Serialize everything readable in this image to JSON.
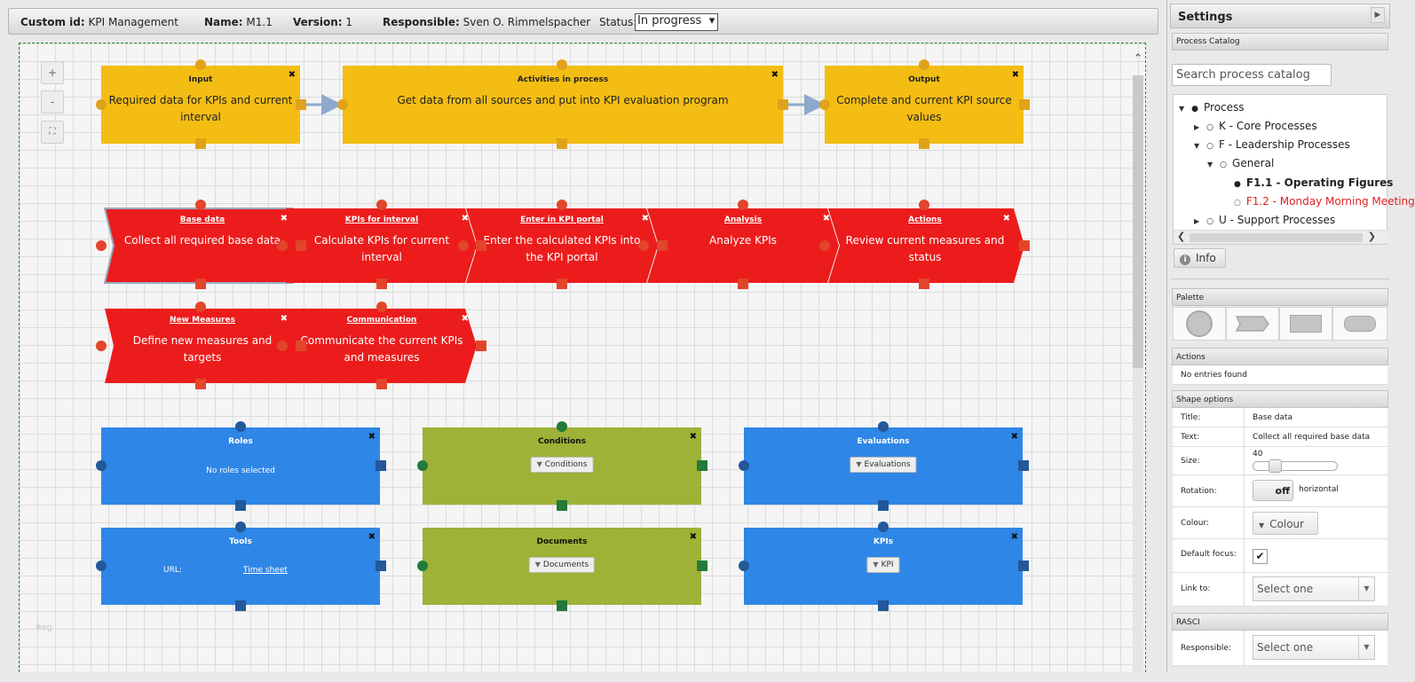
{
  "header": {
    "custom_id_label": "Custom id:",
    "custom_id_value": "KPI Management",
    "name_label": "Name:",
    "name_value": "M1.1",
    "version_label": "Version:",
    "version_value": "1",
    "responsible_label": "Responsible:",
    "responsible_value": "Sven O. Rimmelspacher",
    "status_label": "Status:",
    "status_value": "In progress"
  },
  "canvas": {
    "zoom_in": "+",
    "zoom_out": "-",
    "fit": "⛶",
    "watermark": "ikeg"
  },
  "shapes": {
    "input": {
      "title": "Input",
      "text": "Required data for KPIs and current interval"
    },
    "activities": {
      "title": "Activities in process",
      "text": "Get data from all sources and put into KPI evaluation program"
    },
    "output": {
      "title": "Output",
      "text": "Complete and current KPI source values"
    },
    "step1": {
      "title": "Base data",
      "text": "Collect all required base data"
    },
    "step2": {
      "title": "KPIs for interval",
      "text": "Calculate KPIs for current interval"
    },
    "step3": {
      "title": "Enter in KPI portal",
      "text": "Enter the calculated KPIs into the KPI portal"
    },
    "step4": {
      "title": "Analysis",
      "text": "Analyze KPIs"
    },
    "step5": {
      "title": "Actions",
      "text": "Review current measures and status"
    },
    "step6": {
      "title": "New Measures",
      "text": "Define new measures and targets"
    },
    "step7": {
      "title": "Communication",
      "text": "Communicate the current KPIs and measures"
    },
    "roles": {
      "title": "Roles",
      "text": "No roles selected"
    },
    "conditions": {
      "title": "Conditions",
      "button": "Conditions"
    },
    "evaluations": {
      "title": "Evaluations",
      "button": "Evaluations"
    },
    "tools": {
      "title": "Tools",
      "url_label": "URL:",
      "link": "Time sheet"
    },
    "documents": {
      "title": "Documents",
      "button": "Documents"
    },
    "kpis": {
      "title": "KPIs",
      "button": "KPI"
    },
    "close": "✖"
  },
  "settings": {
    "title": "Settings",
    "process_catalog": "Process Catalog",
    "search_placeholder": "Search process catalog",
    "tree": {
      "root": "Process",
      "k": "K - Core Processes",
      "f": "F - Leadership Processes",
      "general": "General",
      "f11": "F1.1 - Operating Figures",
      "f12": "F1.2 - Monday Morning Meeting",
      "u": "U - Support Processes"
    },
    "info_button": "Info",
    "palette": "Palette",
    "actions": "Actions",
    "actions_empty": "No entries found",
    "shape_options": "Shape options",
    "options": {
      "title_label": "Title:",
      "title_value": "Base data",
      "text_label": "Text:",
      "text_value": "Collect all required base data",
      "size_label": "Size:",
      "size_value": "40",
      "rotation_label": "Rotation:",
      "rotation_toggle": "off",
      "rotation_value": "horizontal",
      "colour_label": "Colour:",
      "colour_button": "Colour",
      "focus_label": "Default focus:",
      "link_label": "Link to:",
      "link_value": "Select one"
    },
    "rasci": "RASCI",
    "responsible_label": "Responsible:",
    "responsible_value": "Select one"
  },
  "colors": {
    "yellow": "#f4bd14",
    "red": "#ec1c1c",
    "blue": "#2e86e6",
    "green": "#9db236"
  }
}
